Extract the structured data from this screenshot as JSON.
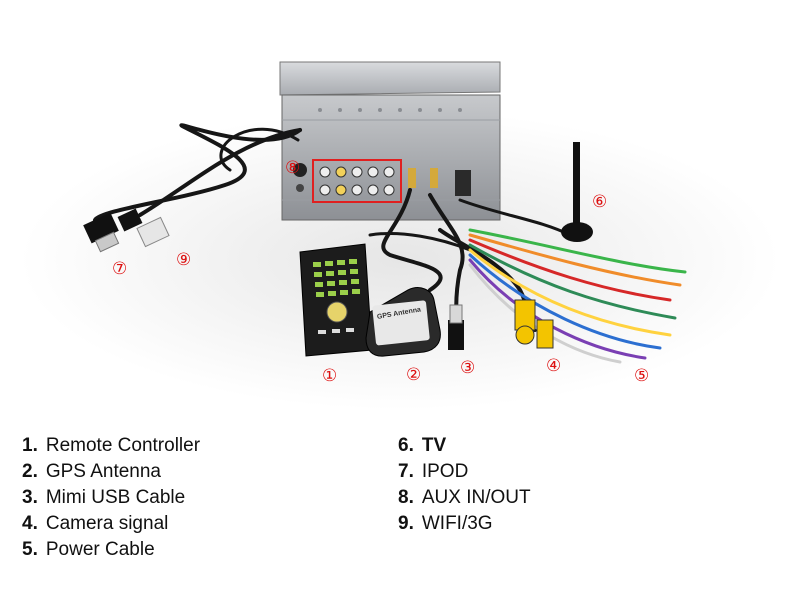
{
  "markers": {
    "m1": "①",
    "m2": "②",
    "m3": "③",
    "m4": "④",
    "m5": "⑤",
    "m6": "⑥",
    "m7": "⑦",
    "m8": "⑧",
    "m9": "⑨"
  },
  "gps_label": "GPS Antenna",
  "legend": [
    {
      "num": "1.",
      "label": "Remote Controller"
    },
    {
      "num": "2.",
      "label": "GPS Antenna"
    },
    {
      "num": "3.",
      "label": "Mimi USB Cable"
    },
    {
      "num": "4.",
      "label": "Camera signal"
    },
    {
      "num": "5.",
      "label": "Power Cable"
    },
    {
      "num": "6.",
      "label": "TV"
    },
    {
      "num": "7.",
      "label": "IPOD"
    },
    {
      "num": "8.",
      "label": "AUX IN/OUT"
    },
    {
      "num": "9.",
      "label": "WIFI/3G"
    }
  ],
  "colors": {
    "marker": "#dd1111",
    "highlight_box": "#e02020"
  }
}
